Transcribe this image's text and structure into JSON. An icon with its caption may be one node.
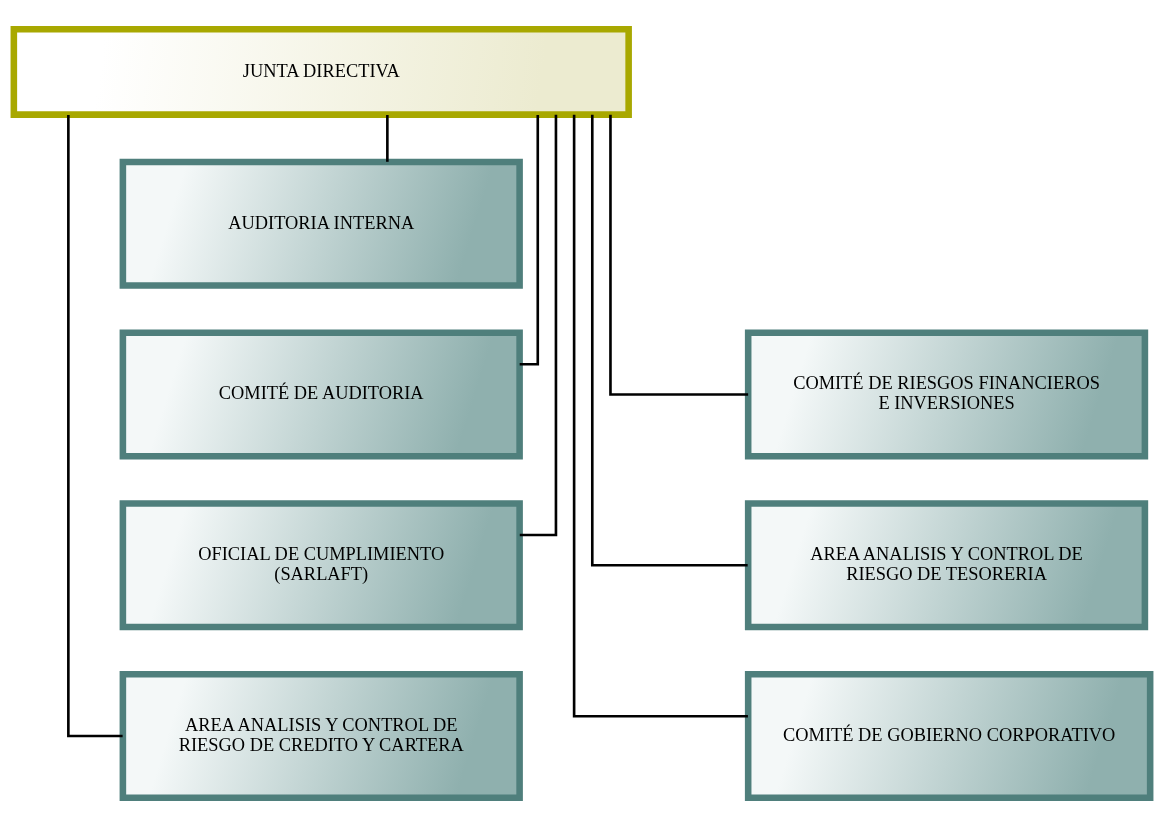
{
  "diagram": {
    "nodes": [
      {
        "text": [
          "JUNTA DIRECTIVA"
        ]
      },
      {
        "text": [
          "AUDITORIA INTERNA"
        ]
      },
      {
        "text": [
          "COMITÉ DE AUDITORIA"
        ]
      },
      {
        "text": [
          "COMITÉ DE RIESGOS FINANCIEROS E INVERSIONES"
        ]
      },
      {
        "text": [
          "OFICIAL DE CUMPLIMIENTO (SARLAFT)"
        ]
      },
      {
        "text": [
          "AREA ANALISIS Y CONTROL DE RIESGO DE TESORERIA"
        ]
      },
      {
        "text": [
          "AREA ANALISIS Y CONTROL DE RIESGO DE CREDITO Y CARTERA"
        ]
      },
      {
        "text": [
          "COMITÉ DE GOBIERNO CORPORATIVO"
        ]
      }
    ],
    "edges": [
      {
        "from": 0,
        "to": 1,
        "arrow": "none"
      },
      {
        "from": 0,
        "to": 2,
        "arrow": "none"
      },
      {
        "from": 0,
        "to": 3,
        "arrow": "none"
      },
      {
        "from": 0,
        "to": 4,
        "arrow": "none"
      },
      {
        "from": 0,
        "to": 5,
        "arrow": "none"
      },
      {
        "from": 0,
        "to": 6,
        "arrow": "none"
      },
      {
        "from": 0,
        "to": 7,
        "arrow": "none"
      }
    ]
  }
}
